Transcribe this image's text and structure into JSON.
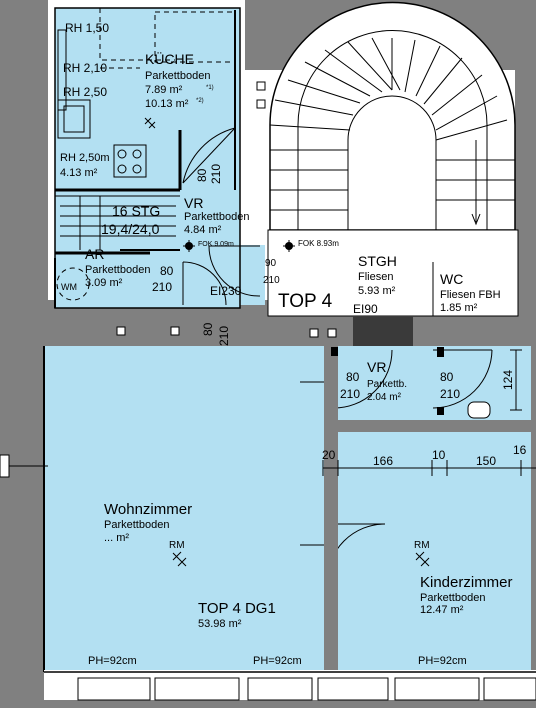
{
  "kitchen": {
    "rh1": "RH 1,50",
    "rh2": "RH 2,10",
    "rh3": "RH 2,50",
    "name": "KÜCHE",
    "floor": "Parkettboden",
    "area1": "7.89 m²",
    "note1": "*1)",
    "area2": "10.13 m²",
    "note2": "*2)",
    "rh4": "RH 2,50m",
    "area3": "4.13 m²"
  },
  "vr_top": {
    "name": "VR",
    "floor": "Parkettboden",
    "area": "4.84 m²"
  },
  "stair_small": {
    "label": "16 STG",
    "dims": "19,4/24,0"
  },
  "ar": {
    "name": "AR",
    "floor": "Parkettboden",
    "area": "3.09 m²",
    "wm": "WM"
  },
  "stgh": {
    "fok": "FOK 8.93m",
    "name": "STGH",
    "floor": "Fliesen",
    "area": "5.93 m²"
  },
  "fok2": "FOK 9.09m",
  "wc": {
    "name": "WC",
    "floor": "Fliesen FBH",
    "area": "1.85 m²"
  },
  "unit": "TOP 4",
  "fire": {
    "ei90": "EI90",
    "ei30": "EI230"
  },
  "vr_mid": {
    "name": "VR",
    "floor": "Parkettb.",
    "area": "2.04 m²"
  },
  "doors": {
    "d1w": "80",
    "d1h": "210",
    "d2w": "80",
    "d2h": "210",
    "d3w": "90",
    "d3h": "210",
    "d4w": "80",
    "d4h": "210",
    "d5w": "80",
    "d5h": "210",
    "d6w": "80",
    "d6h": "210",
    "v124": "124"
  },
  "dims": {
    "d20": "20",
    "d166": "166",
    "d10": "10",
    "d150": "150",
    "d16": "16"
  },
  "living": {
    "name": "Wohnzimmer",
    "floor": "Parkettboden",
    "area": "... m²",
    "rm": "RM",
    "unit": "TOP 4 DG1",
    "unit_area": "53.98 m²",
    "ph1": "PH=92cm",
    "ph2": "PH=92cm"
  },
  "kids": {
    "name": "Kinderzimmer",
    "floor": "Parkettboden",
    "area": "12.47 m²",
    "rm": "RM",
    "ph": "PH=92cm"
  },
  "colors": {
    "room": "#b3e0f2",
    "wall": "#808080",
    "dark_wall": "#333333"
  }
}
